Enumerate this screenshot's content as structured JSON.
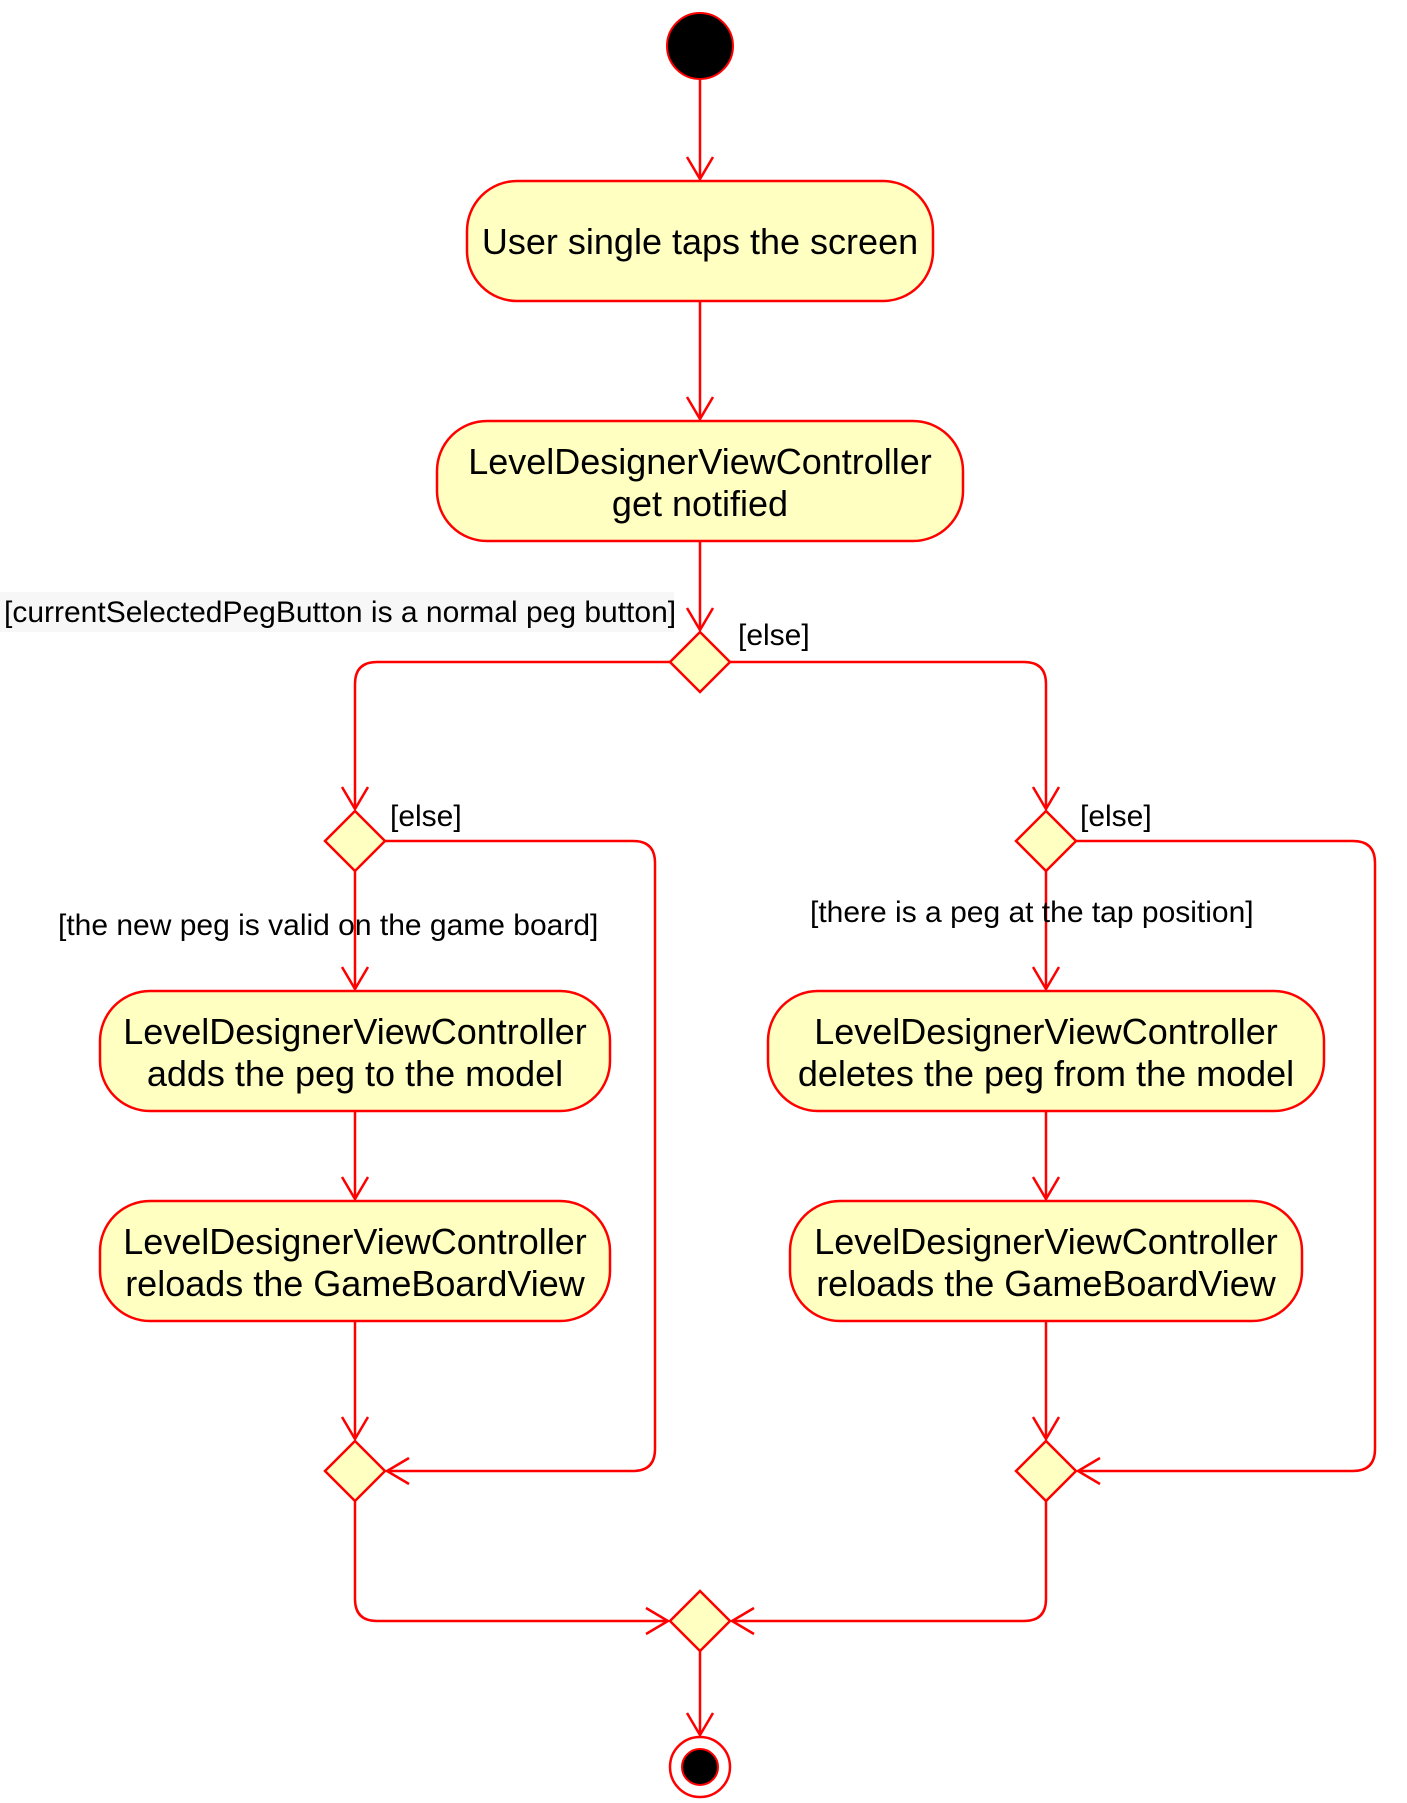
{
  "colors": {
    "stroke": "#ff0000",
    "fill": "#ffffc2",
    "text": "#000000",
    "start_fill": "#000000"
  },
  "actions": {
    "user_tap": [
      "User single taps the screen"
    ],
    "notified": [
      "LevelDesignerViewController",
      "get notified"
    ],
    "add_peg": [
      "LevelDesignerViewController",
      "adds the peg to the model"
    ],
    "reload_left": [
      "LevelDesignerViewController",
      "reloads the GameBoardView"
    ],
    "delete_peg": [
      "LevelDesignerViewController",
      "deletes the peg from the model"
    ],
    "reload_right": [
      "LevelDesignerViewController",
      "reloads the GameBoardView"
    ]
  },
  "guards": {
    "normal_peg": "[currentSelectedPegButton is a normal peg button]",
    "else_top": "[else]",
    "else_left": "[else]",
    "valid_peg": "[the new peg is valid on the game board]",
    "else_right": "[else]",
    "peg_at_tap": "[there is a peg at the tap position]"
  }
}
